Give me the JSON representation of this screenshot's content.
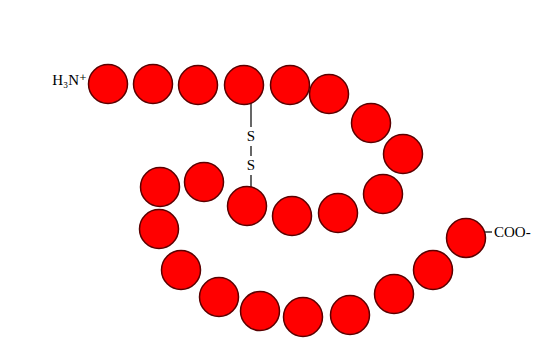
{
  "diagram": {
    "labels": [
      "H₃N⁺",
      "S",
      "S",
      "COO-"
    ]
  }
}
